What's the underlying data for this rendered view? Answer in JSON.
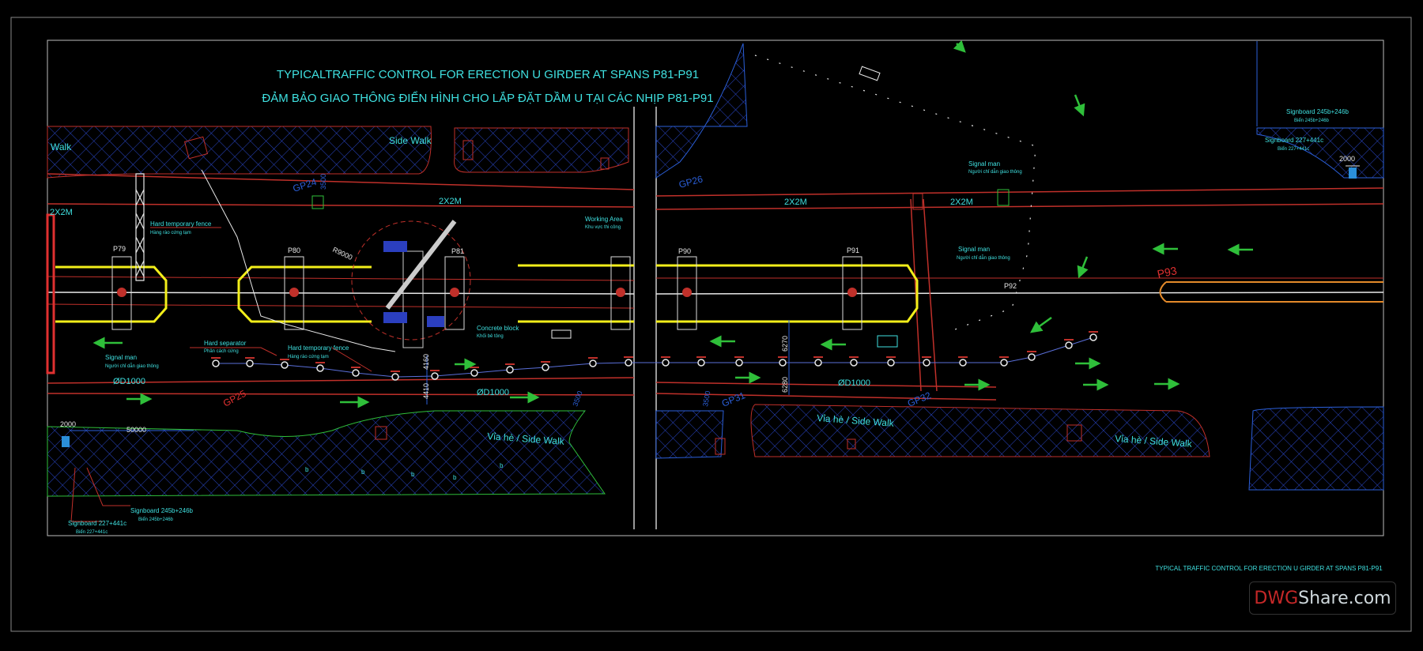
{
  "drawing": {
    "title_en": "TYPICALTRAFFIC CONTROL FOR ERECTION U GIRDER AT SPANS P81-P91",
    "title_vn": "ĐẢM BẢO GIAO THÔNG ĐIỂN HÌNH CHO LẮP ĐẶT DẦM U TẠI CÁC NHỊP P81-P91",
    "footer_title": "TYPICAL TRAFFIC CONTROL FOR  ERECTION U GIRDER AT SPANS P81-P91"
  },
  "watermark": {
    "part1": "DWG",
    "part2": "Share.com"
  },
  "labels": {
    "sidewalk_tl": "Walk",
    "sidewalk_top": "Side Walk",
    "sidewalk_bl": "Vỉa hè / Side Walk",
    "sidewalk_bm": "Vỉa hè / Side Walk",
    "sidewalk_br": "Vỉa hè / Side Walk",
    "culvert_1": "2X2M",
    "culvert_2": "2X2M",
    "culvert_3": "2X2M",
    "culvert_4": "2X2M",
    "pipe_1": "ØD1000",
    "pipe_2": "ØD1000",
    "pipe_3": "ØD1000",
    "hard_fence_1": "Hard temporary fence",
    "hard_fence_1_vn": "Hàng rào cứng tạm",
    "hard_fence_2": "Hard temporary fence",
    "hard_fence_2_vn": "Hàng rào cứng tạm",
    "hard_separator": "Hard separator",
    "hard_separator_vn": "Phân cách cứng",
    "working_area": "Working Area",
    "working_area_vn": "Khu vực thi công",
    "concrete_block": "Concrete block",
    "concrete_block_vn": "Khối bê tông",
    "signal_man_1": "Signal man",
    "signal_man_1_vn": "Người chỉ dẫn giao thông",
    "signal_man_2": "Signal man",
    "signal_man_2_vn": "Người chỉ dẫn giao thông",
    "signal_man_3": "Signal man",
    "signal_man_3_vn": "Người chỉ dẫn giao thông",
    "signboard_a1": "Signboard 245b+246b",
    "signboard_a1_vn": "Biển 245b+246b",
    "signboard_b1": "Signboard 227+441c",
    "signboard_b1_vn": "Biển 227+441c",
    "signboard_a2": "Signboard 245b+246b",
    "signboard_a2_vn": "Biển 245b+246b",
    "signboard_b2": "Signboard 227+441c",
    "signboard_b2_vn": "Biển 227+441c",
    "pier_p79": "P79",
    "pier_p80": "P80",
    "pier_p81": "P81",
    "pier_p90": "P90",
    "pier_p91": "P91",
    "pier_p92": "P92",
    "pier_p93": "P93",
    "gp24": "GP24",
    "gp25": "GP25",
    "gp26": "GP26",
    "gp31": "GP31",
    "gp32": "GP32",
    "crane_radius": "R9000",
    "dim_2000_l": "2000",
    "dim_2000_r": "2000",
    "dim_50000": "50000",
    "dim_4160": "4160",
    "dim_4410": "4410",
    "dim_6270": "6270",
    "dim_6280": "6280",
    "dim_3500_1": "3500",
    "dim_3500_2": "3500",
    "dim_3500_3": "3500",
    "b": "b"
  },
  "colors": {
    "cyan": "#3fe0e0",
    "red": "#c0302a",
    "yellow": "#f2ee1a",
    "green": "#2fbf3a",
    "blue": "#2b5fd9",
    "white": "#e8e8e8",
    "hatch": "#2a47c8"
  }
}
